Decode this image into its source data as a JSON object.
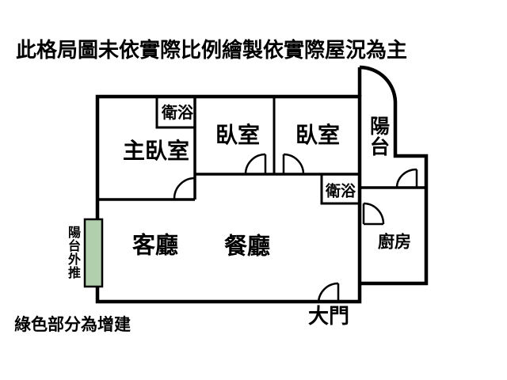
{
  "title": "此格局圖未依實際比例繪製依實際屋況為主",
  "legend_note": "綠色部分為增建",
  "colors": {
    "wall": "#000000",
    "background": "#ffffff",
    "extension_green": "#b2cfad"
  },
  "rooms": {
    "master_bedroom": {
      "label": "主臥室"
    },
    "bathroom_master": {
      "label": "衛浴"
    },
    "bedroom_2": {
      "label": "臥室"
    },
    "bedroom_3": {
      "label": "臥室"
    },
    "balcony": {
      "label": "陽台",
      "orientation": "vertical"
    },
    "bathroom_2": {
      "label": "衛浴"
    },
    "kitchen": {
      "label": "廚房"
    },
    "living_room": {
      "label": "客廳"
    },
    "dining_room": {
      "label": "餐廳"
    }
  },
  "annotations": {
    "main_door": {
      "label": "大門"
    },
    "balcony_extension": {
      "label": "陽台外推",
      "orientation": "vertical"
    }
  }
}
